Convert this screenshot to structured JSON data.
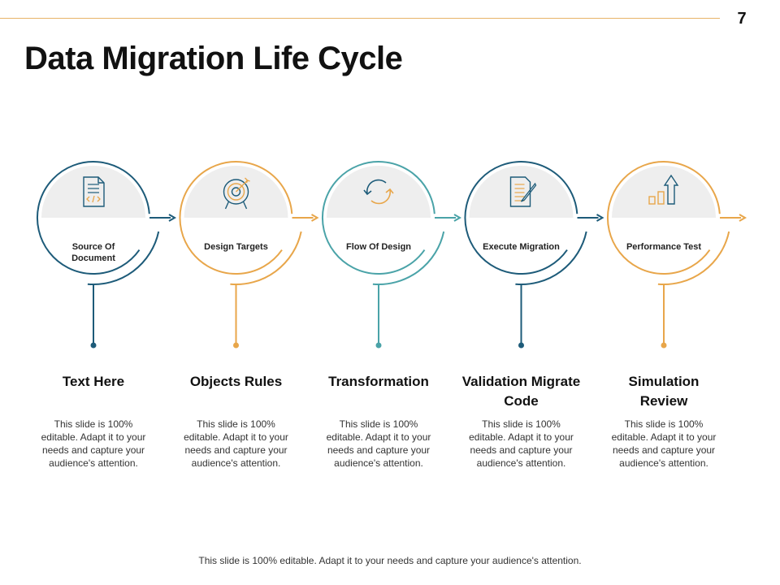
{
  "slide": {
    "page_number": "7",
    "title": "Data Migration Life Cycle",
    "footer": "This slide is 100% editable. Adapt it to your needs and capture your audience's attention."
  },
  "colors": {
    "navy": "#1d5b79",
    "orange": "#e8a64a",
    "teal": "#4aa3a8",
    "icon_area": "#eeeeee"
  },
  "steps": [
    {
      "circle_label": "Source Of Document",
      "heading": "Text Here",
      "body": "This slide is 100% editable. Adapt it to your needs and capture your audience's attention.",
      "icon": "document-icon",
      "color": "navy"
    },
    {
      "circle_label": "Design Targets",
      "heading": "Objects Rules",
      "body": "This slide is 100% editable. Adapt it to your needs and capture your audience's attention.",
      "icon": "target-icon",
      "color": "orange"
    },
    {
      "circle_label": "Flow Of Design",
      "heading": "Transformation",
      "body": "This slide is 100% editable. Adapt it to your needs and capture your audience's attention.",
      "icon": "cycle-arrows-icon",
      "color": "teal"
    },
    {
      "circle_label": "Execute Migration",
      "heading": "Validation Migrate Code",
      "body": "This slide is 100% editable. Adapt it to your needs and capture your audience's attention.",
      "icon": "document-edit-icon",
      "color": "navy"
    },
    {
      "circle_label": "Performance Test",
      "heading": "Simulation Review",
      "body": "This slide is 100% editable. Adapt it to your needs and capture your audience's attention.",
      "icon": "growth-chart-icon",
      "color": "orange"
    }
  ]
}
